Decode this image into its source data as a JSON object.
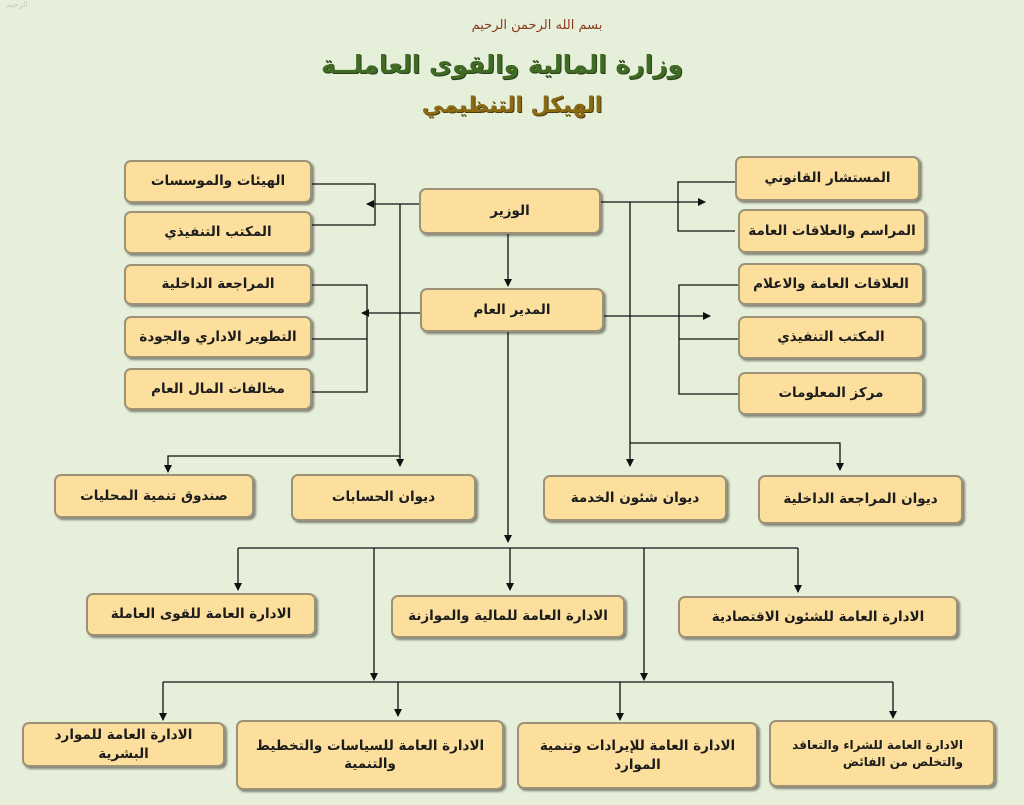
{
  "header": {
    "basmala": "بسم الله الرحمن الرحيم",
    "ministry": "وزارة المالية والقوى العاملــة",
    "structure": "الهيكل التنظيمي"
  },
  "corner_mark": "الرجيم",
  "nodes": {
    "minister": "الوزير",
    "director_general": "المدير العام",
    "bodies_institutions": "الهيئات والموسسات",
    "exec_office_left": "المكتب التنفيذي",
    "internal_audit": "المراجعة الداخلية",
    "admin_development": "التطوير الاداري والجودة",
    "public_money_violations": "مخالفات المال العام",
    "legal_advisor": "المستشار القانوني",
    "protocol_public_relations": "المراسم والعلاقات العامة",
    "public_relations_media": "العلاقات العامة والاعلام",
    "exec_office_right": "المكتب التنفيذي",
    "information_center": "مركز المعلومات",
    "localities_fund": "صندوق تنمية المحليات",
    "accounts_bureau": "ديوان الحسابات",
    "service_affairs_bureau": "ديوان شئون الخدمة",
    "internal_audit_bureau": "ديوان المراجعة الداخلية",
    "ga_manpower": "الادارة العامة للقوى العاملة",
    "ga_finance_budget": "الادارة العامة للمالية والموازنة",
    "ga_economic_affairs": "الادارة العامة للشئون الاقتصادية",
    "ga_human_resources": "الادارة العامة للموارد البشرية",
    "ga_policies_planning": "الادارة العامة للسياسات والتخطيط والتنمية",
    "ga_revenues_resources": "الادارة العامة للإيرادات وتنمية الموارد",
    "ga_procurement_line1": "الادارة العامة للشراء والتعاقد",
    "ga_procurement_line2": "والتخلص من الفائض"
  }
}
